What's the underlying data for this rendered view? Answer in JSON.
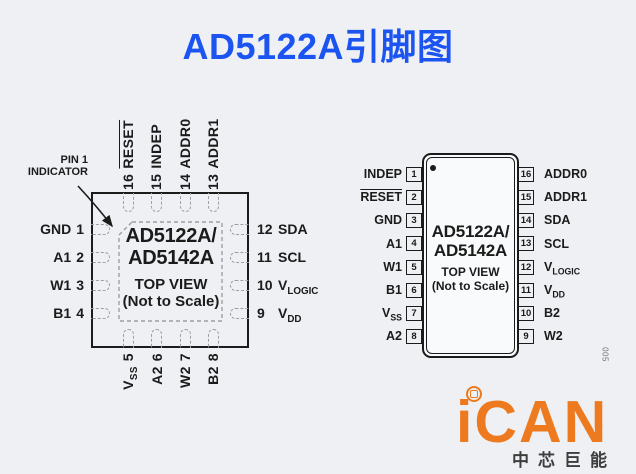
{
  "title": "AD5122A引脚图",
  "qfn": {
    "indicator": {
      "line1": "PIN 1",
      "line2": "INDICATOR"
    },
    "center": {
      "part1": "AD5122A/",
      "part2": "AD5142A",
      "view1": "TOP VIEW",
      "view2": "(Not to Scale)"
    },
    "top_pins": [
      {
        "num": "16",
        "name": "RESET"
      },
      {
        "num": "15",
        "name": "INDEP"
      },
      {
        "num": "14",
        "name": "ADDR0"
      },
      {
        "num": "13",
        "name": "ADDR1"
      }
    ],
    "left_pins": [
      {
        "name": "GND",
        "num": "1"
      },
      {
        "name": "A1",
        "num": "2"
      },
      {
        "name": "W1",
        "num": "3"
      },
      {
        "name": "B1",
        "num": "4"
      }
    ],
    "right_pins": [
      {
        "num": "12",
        "name": "SDA"
      },
      {
        "num": "11",
        "name": "SCL"
      },
      {
        "num": "10",
        "name": "V",
        "sub": "LOGIC"
      },
      {
        "num": "9",
        "name": "V",
        "sub": "DD"
      }
    ],
    "bottom_pins": [
      {
        "name": "V",
        "sub": "SS",
        "num": "5"
      },
      {
        "name": "A2",
        "num": "6"
      },
      {
        "name": "W2",
        "num": "7"
      },
      {
        "name": "B2",
        "num": "8"
      }
    ]
  },
  "tssop": {
    "center": {
      "part1": "AD5122A/",
      "part2": "AD5142A",
      "view1": "TOP VIEW",
      "view2": "(Not to Scale)"
    },
    "left_pins": [
      {
        "name": "INDEP",
        "num": "1"
      },
      {
        "name": "RESET",
        "num": "2"
      },
      {
        "name": "GND",
        "num": "3"
      },
      {
        "name": "A1",
        "num": "4"
      },
      {
        "name": "W1",
        "num": "5"
      },
      {
        "name": "B1",
        "num": "6"
      },
      {
        "name": "V",
        "sub": "SS",
        "num": "7"
      },
      {
        "name": "A2",
        "num": "8"
      }
    ],
    "right_pins": [
      {
        "num": "16",
        "name": "ADDR0"
      },
      {
        "num": "15",
        "name": "ADDR1"
      },
      {
        "num": "14",
        "name": "SDA"
      },
      {
        "num": "13",
        "name": "SCL"
      },
      {
        "num": "12",
        "name": "V",
        "sub": "LOGIC"
      },
      {
        "num": "11",
        "name": "V",
        "sub": "DD"
      },
      {
        "num": "10",
        "name": "B2"
      },
      {
        "num": "9",
        "name": "W2"
      }
    ]
  },
  "figure_code": "005",
  "logo": {
    "brand": "iCAN",
    "subtitle": "中芯巨能"
  },
  "colors": {
    "bg": "#eef0f3",
    "ink": "#1b1b1b",
    "pad-gray": "#9aa0a4",
    "title-blue": "#1c54f1",
    "logo-orange": "#ed7a1f",
    "logo-dark": "#3d3d3d"
  }
}
